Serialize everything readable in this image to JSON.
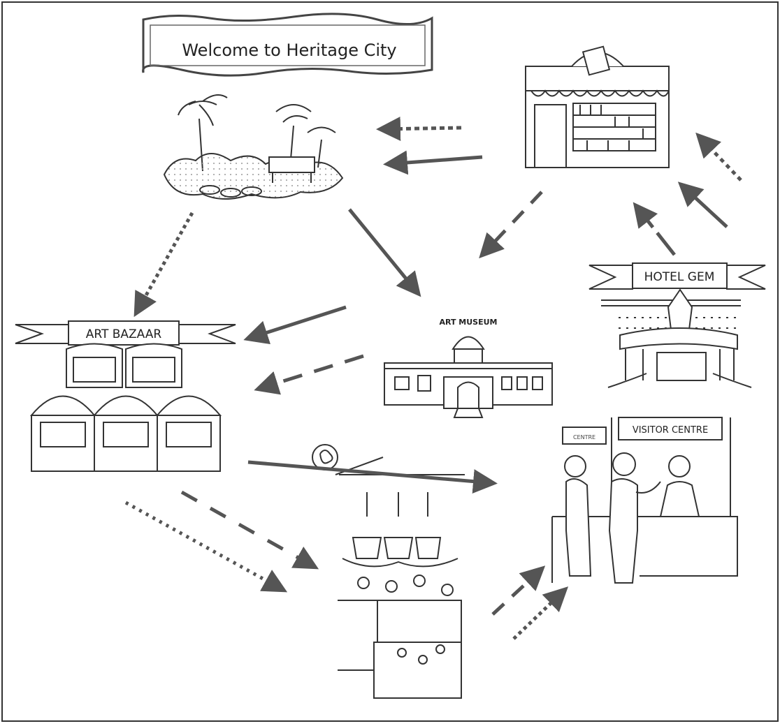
{
  "title": "Welcome to Heritage City",
  "places": {
    "bookshop": {},
    "park": {},
    "hotel": {
      "label": "HOTEL GEM"
    },
    "bazaar": {
      "label": "ART BAZAAR"
    },
    "museum": {
      "label": "ART MUSEUM"
    },
    "visitor_centre": {
      "label": "VISITOR CENTRE",
      "side_sign": "CENTRE"
    },
    "flower_shop": {}
  },
  "colors": {
    "ink": "#333333",
    "arrow": "#555555",
    "paper": "#ffffff"
  }
}
